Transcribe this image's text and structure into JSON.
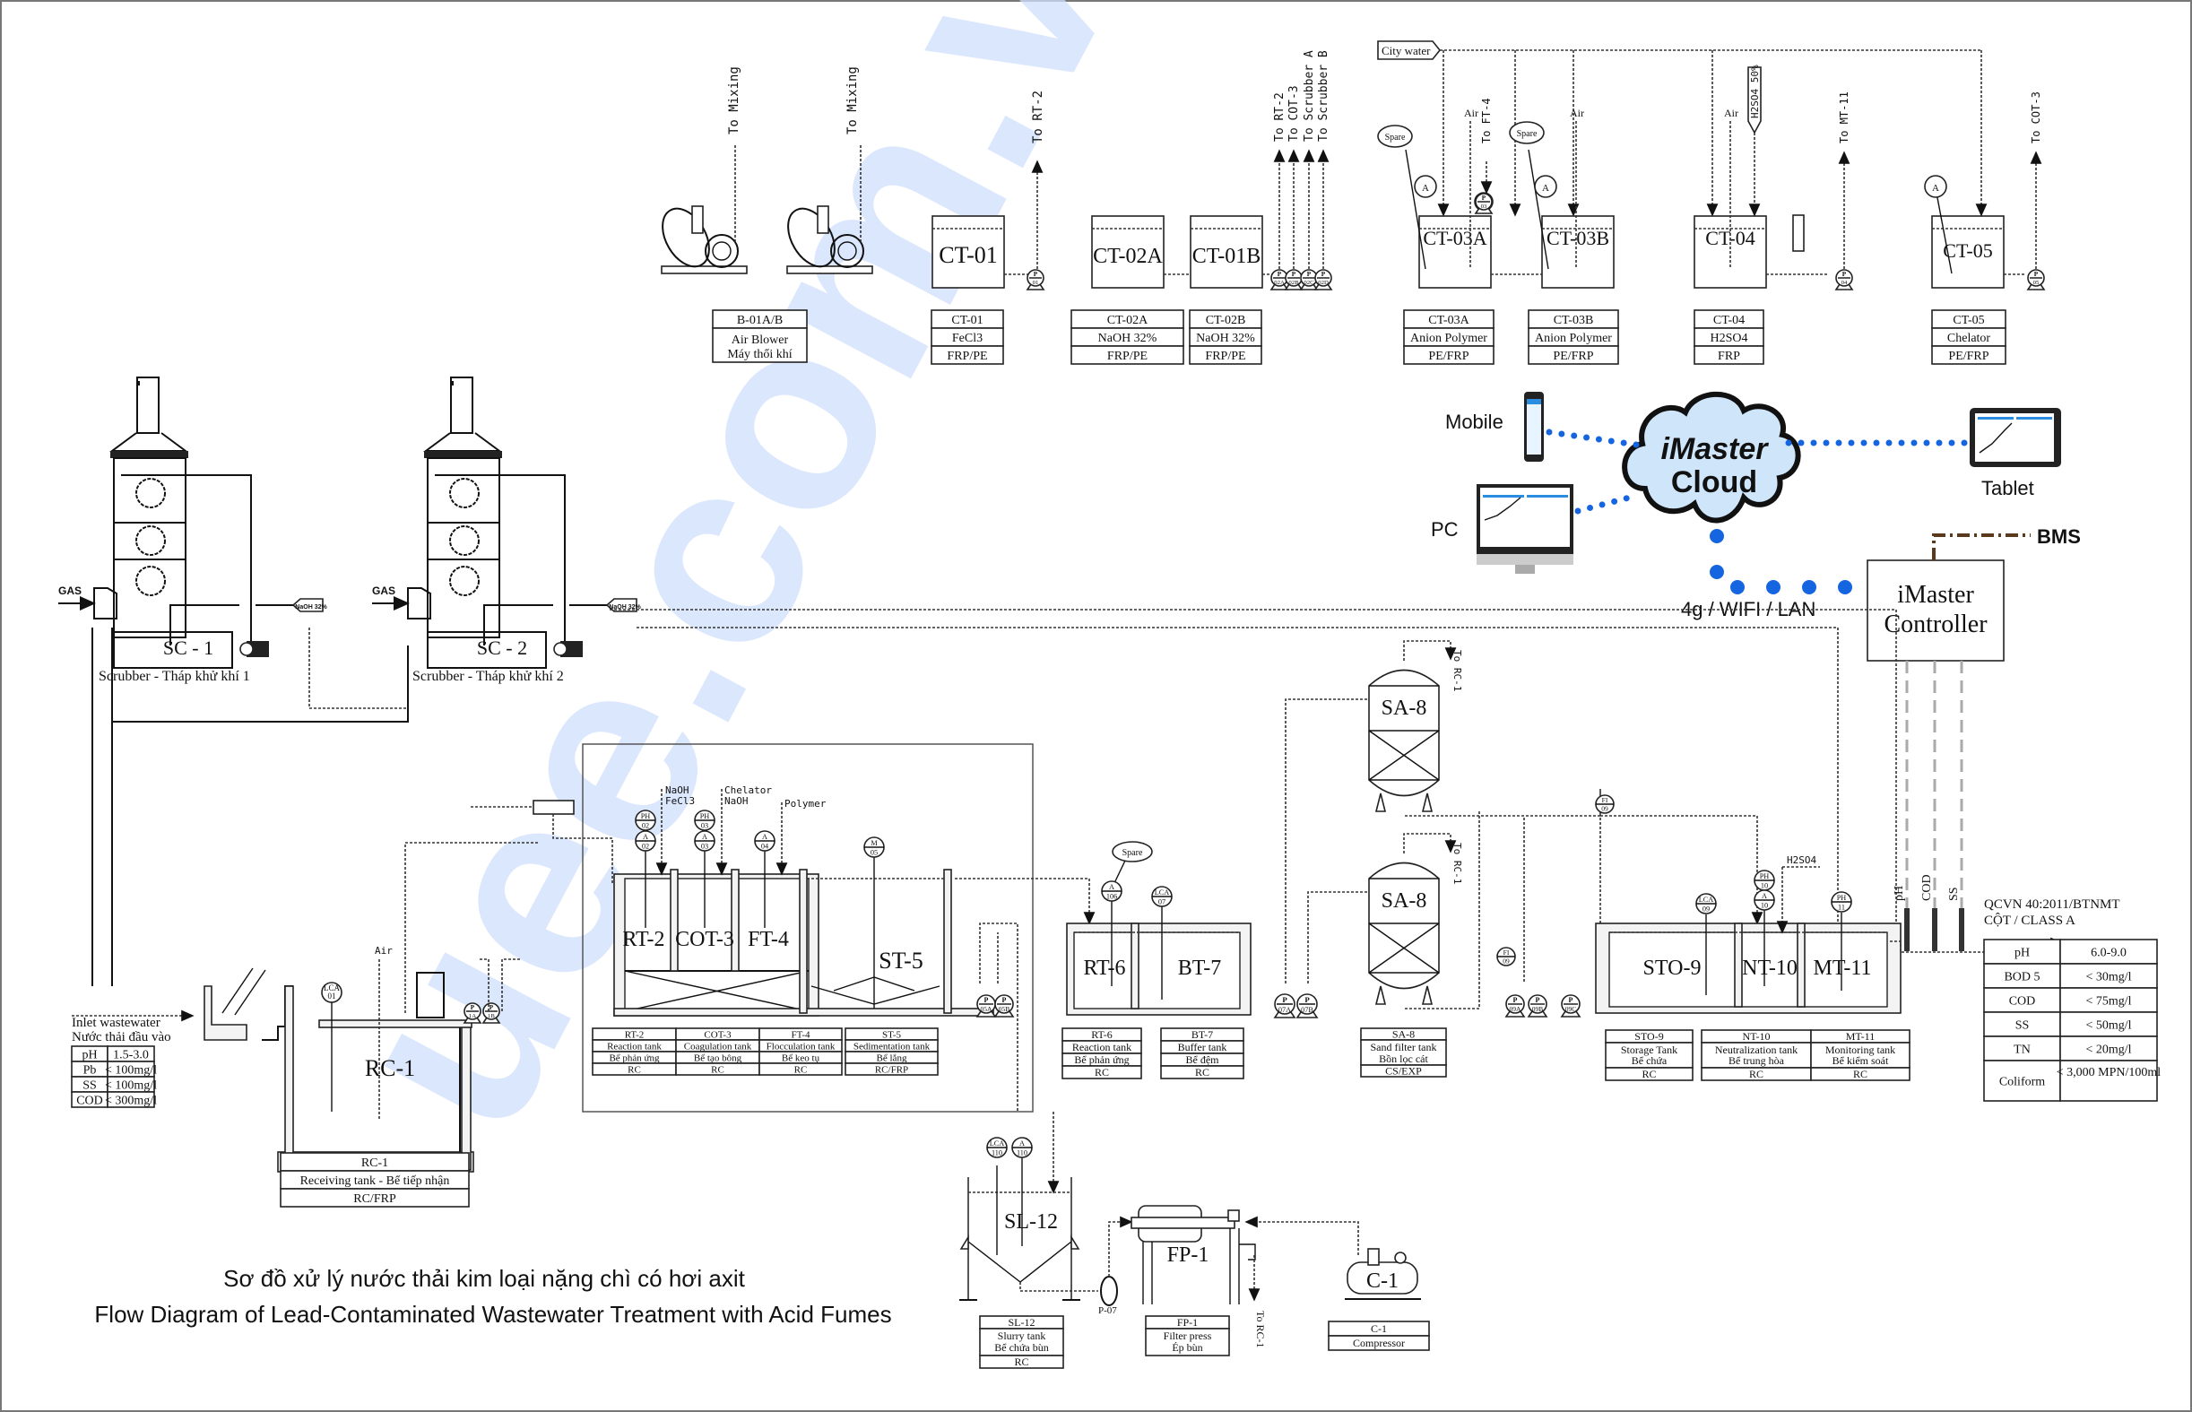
{
  "title": {
    "vi": "Sơ đồ xử lý nước thải kim loại nặng chì có hơi axit",
    "en": "Flow Diagram of Lead-Contaminated Wastewater Treatment with Acid Fumes"
  },
  "watermark": "uee.com.vn",
  "colors": {
    "network": "#1565e0",
    "cloud_fill": "#cfe6fa",
    "bms_line": "#5a3a1a",
    "watermark": "#cfe0fb"
  },
  "chemical_units": {
    "to_labels": [
      "To Mixing",
      "To Mixing",
      "To RT-2",
      "To RT-2",
      "To COT-3",
      "To Scrubber A",
      "To Scrubber B",
      "To FT-4",
      "To MT-11",
      "To COT-3"
    ],
    "city_water": "City water",
    "air": "Air",
    "spare": "Spare",
    "h2so4_feed": "H2SO4 50%",
    "agitator_tag": "A",
    "tanks": [
      {
        "code": "CT-01",
        "label": "CT-01"
      },
      {
        "code": "CT-02A",
        "label": "CT-02A"
      },
      {
        "code": "CT-01B",
        "label": "CT-01B"
      },
      {
        "code": "CT-03A",
        "label": "CT-03A"
      },
      {
        "code": "CT-03B",
        "label": "CT-03B"
      },
      {
        "code": "CT-04",
        "label": "CT-04"
      },
      {
        "code": "CT-05",
        "label": "CT-05"
      }
    ],
    "pumps": [
      {
        "p": "P",
        "n": "01"
      },
      {
        "p": "P",
        "n": "02A"
      },
      {
        "p": "P",
        "n": "02B"
      },
      {
        "p": "P",
        "n": "02C"
      },
      {
        "p": "P",
        "n": "02D"
      },
      {
        "p": "P",
        "n": "03"
      },
      {
        "p": "P",
        "n": "04"
      },
      {
        "p": "P",
        "n": "05"
      }
    ],
    "tables": [
      {
        "rows": [
          "B-01A/B",
          "Air Blower",
          "Máy thổi khí"
        ]
      },
      {
        "rows": [
          "CT-01",
          "FeCl3",
          "FRP/PE"
        ]
      },
      {
        "rows": [
          "CT-02A",
          "NaOH 32%",
          "FRP/PE"
        ]
      },
      {
        "rows": [
          "CT-02B",
          "NaOH 32%",
          "FRP/PE"
        ]
      },
      {
        "rows": [
          "CT-03A",
          "Anion Polymer",
          "PE/FRP"
        ]
      },
      {
        "rows": [
          "CT-03B",
          "Anion Polymer",
          "PE/FRP"
        ]
      },
      {
        "rows": [
          "CT-04",
          "H2SO4",
          "FRP"
        ]
      },
      {
        "rows": [
          "CT-05",
          "Chelator",
          "PE/FRP"
        ]
      }
    ]
  },
  "network": {
    "cloud": [
      "iMaster",
      "Cloud"
    ],
    "mobile": "Mobile",
    "pc": "PC",
    "tablet": "Tablet",
    "bms": "BMS",
    "link": "4g / WIFI / LAN",
    "controller": [
      "iMaster",
      "Controller"
    ],
    "sensors": [
      "pH",
      "COD",
      "SS"
    ]
  },
  "scrubbers": [
    {
      "code": "SC - 1",
      "caption": "Scrubber - Tháp khử khí 1",
      "gas": "GAS",
      "naoh": "NaOH 32%"
    },
    {
      "code": "SC - 2",
      "caption": "Scrubber - Tháp khử khí 2",
      "gas": "GAS",
      "naoh": "NaOH 32%"
    }
  ],
  "inlet": {
    "title": [
      "Inlet wastewater",
      "Nước thải đầu vào"
    ],
    "params": [
      {
        "name": "pH",
        "value": "1.5-3.0"
      },
      {
        "name": "Pb",
        "value": "< 100mg/l"
      },
      {
        "name": "SS",
        "value": "< 100mg/l"
      },
      {
        "name": "COD",
        "value": "< 300mg/l"
      }
    ]
  },
  "rc1": {
    "label": "RC-1",
    "air": "Air",
    "lca": [
      "LCA",
      "01"
    ],
    "pumps": [
      {
        "p": "P",
        "n": "1A"
      },
      {
        "p": "P",
        "n": "1B"
      }
    ],
    "table": [
      "RC-1",
      "Receiving tank - Bể tiếp nhận",
      "RC/FRP"
    ]
  },
  "process": {
    "dosing": [
      "NaOH",
      "FeCl3",
      "Chelator",
      "NaOH",
      "Polymer"
    ],
    "instruments": [
      [
        "PH",
        "02"
      ],
      [
        "A",
        "02"
      ],
      [
        "PH",
        "03"
      ],
      [
        "A",
        "03"
      ],
      [
        "A",
        "04"
      ],
      [
        "M",
        "05"
      ]
    ],
    "labels": [
      "RT-2",
      "COT-3",
      "FT-4",
      "ST-5"
    ],
    "pumps": [
      {
        "p": "P",
        "n": "05A"
      },
      {
        "p": "P",
        "n": "05B"
      }
    ],
    "tables": [
      {
        "rows": [
          "RT-2",
          "Reaction tank",
          "Bể phản ứng",
          "RC"
        ]
      },
      {
        "rows": [
          "COT-3",
          "Coagulation tank",
          "Bể tạo bông",
          "RC"
        ]
      },
      {
        "rows": [
          "FT-4",
          "Flocculation tank",
          "Bể keo tụ",
          "RC"
        ]
      },
      {
        "rows": [
          "ST-5",
          "Sedimentation tank",
          "Bể lắng",
          "RC/FRP"
        ]
      }
    ]
  },
  "rt6bt7": {
    "labels": [
      "RT-6",
      "BT-7"
    ],
    "spare": "Spare",
    "instruments": [
      [
        "A",
        "106"
      ],
      [
        "LCA",
        "07"
      ]
    ],
    "pumps": [
      {
        "p": "P",
        "n": "07A"
      },
      {
        "p": "P",
        "n": "07B"
      }
    ],
    "tables": [
      {
        "rows": [
          "RT-6",
          "Reaction tank",
          "Bể phản ứng",
          "RC"
        ]
      },
      {
        "rows": [
          "BT-7",
          "Buffer tank",
          "Bể đệm",
          "RC"
        ]
      }
    ]
  },
  "sa8": {
    "labels": [
      "SA-8",
      "SA-8"
    ],
    "to": [
      "To RC-1",
      "To RC-1"
    ],
    "fi": [
      [
        "FI",
        "09"
      ],
      [
        "FI",
        "09"
      ]
    ],
    "pumps": [
      {
        "p": "P",
        "n": "09A"
      },
      {
        "p": "P",
        "n": "09B"
      },
      {
        "p": "P",
        "n": "09C"
      }
    ],
    "table": [
      "SA-8",
      "Sand filter tank",
      "Bồn lọc cát",
      "CS/EXP"
    ]
  },
  "final": {
    "labels": [
      "STO-9",
      "NT-10",
      "MT-11"
    ],
    "h2so4": "H2SO4",
    "instruments": [
      [
        "LCA",
        "09"
      ],
      [
        "PH",
        "10"
      ],
      [
        "A",
        "10"
      ],
      [
        "PH",
        "11"
      ]
    ],
    "tables": [
      {
        "rows": [
          "STO-9",
          "Storage Tank",
          "Bể chứa",
          "RC"
        ]
      },
      {
        "rows": [
          "NT-10",
          "Neutralization tank",
          "Bể trung hòa",
          "RC"
        ]
      },
      {
        "rows": [
          "MT-11",
          "Monitoring tank",
          "Bể kiểm soát",
          "RC"
        ]
      }
    ]
  },
  "standard": {
    "title": [
      "QCVN 40:2011/BTNMT",
      "CỘT / CLASS A"
    ],
    "params": [
      {
        "name": "pH",
        "value": "6.0-9.0"
      },
      {
        "name": "BOD 5",
        "value": "< 30mg/l"
      },
      {
        "name": "COD",
        "value": "< 75mg/l"
      },
      {
        "name": "SS",
        "value": "< 50mg/l"
      },
      {
        "name": "TN",
        "value": "< 20mg/l"
      },
      {
        "name": "Coliform",
        "value": "< 3,000 MPN/100ml"
      }
    ]
  },
  "sludge": {
    "sl12": "SL-12",
    "instruments": [
      [
        "LCA",
        "110"
      ],
      [
        "A",
        "110"
      ]
    ],
    "pump": "P-07",
    "fp1": "FP-1",
    "to_rc1": "To RC-1",
    "c1": "C-1",
    "tables": [
      {
        "rows": [
          "SL-12",
          "Slurry tank",
          "Bể chứa bùn",
          "RC"
        ]
      },
      {
        "rows": [
          "FP-1",
          "Filter press",
          "Ép bùn"
        ]
      },
      {
        "rows": [
          "C-1",
          "Compressor"
        ]
      }
    ]
  }
}
